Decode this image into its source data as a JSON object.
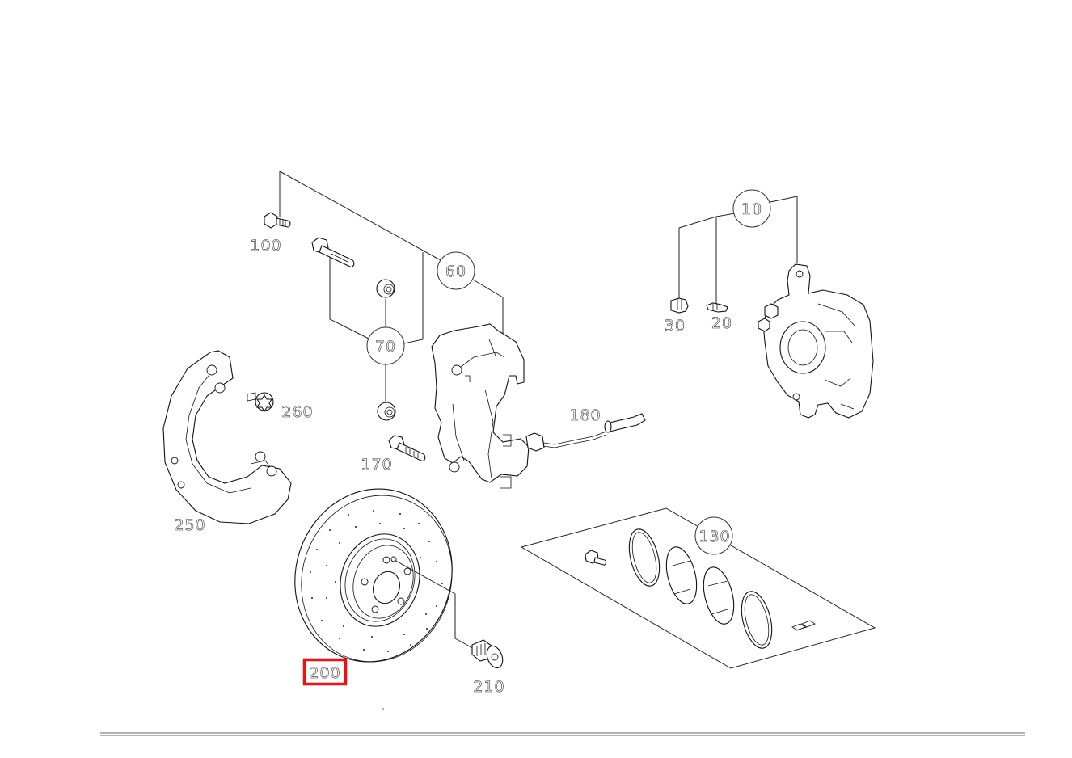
{
  "diagram": {
    "type": "exploded parts diagram",
    "subject": "front brake assembly",
    "highlight_color": "#ee1111",
    "highlighted_part": "200",
    "callouts": [
      {
        "id": "10",
        "circled": true
      },
      {
        "id": "60",
        "circled": true
      },
      {
        "id": "70",
        "circled": true
      },
      {
        "id": "130",
        "circled": true
      }
    ],
    "labels": {
      "p20": "20",
      "p30": "30",
      "p100": "100",
      "p170": "170",
      "p180": "180",
      "p200": "200",
      "p210": "210",
      "p250": "250",
      "p260": "260",
      "c10": "10",
      "c60": "60",
      "c70": "70",
      "c130": "130"
    },
    "parts": [
      {
        "number": "10",
        "name": "caliper (group)"
      },
      {
        "number": "20",
        "name": "bleed screw"
      },
      {
        "number": "30",
        "name": "cap"
      },
      {
        "number": "60",
        "name": "caliper bracket (group)"
      },
      {
        "number": "70",
        "name": "guide pin / bushing set"
      },
      {
        "number": "100",
        "name": "bolt"
      },
      {
        "number": "130",
        "name": "brake pad set"
      },
      {
        "number": "170",
        "name": "bolt"
      },
      {
        "number": "180",
        "name": "wear sensor"
      },
      {
        "number": "200",
        "name": "brake disc"
      },
      {
        "number": "210",
        "name": "screw"
      },
      {
        "number": "250",
        "name": "dust shield"
      },
      {
        "number": "260",
        "name": "screw"
      }
    ]
  }
}
